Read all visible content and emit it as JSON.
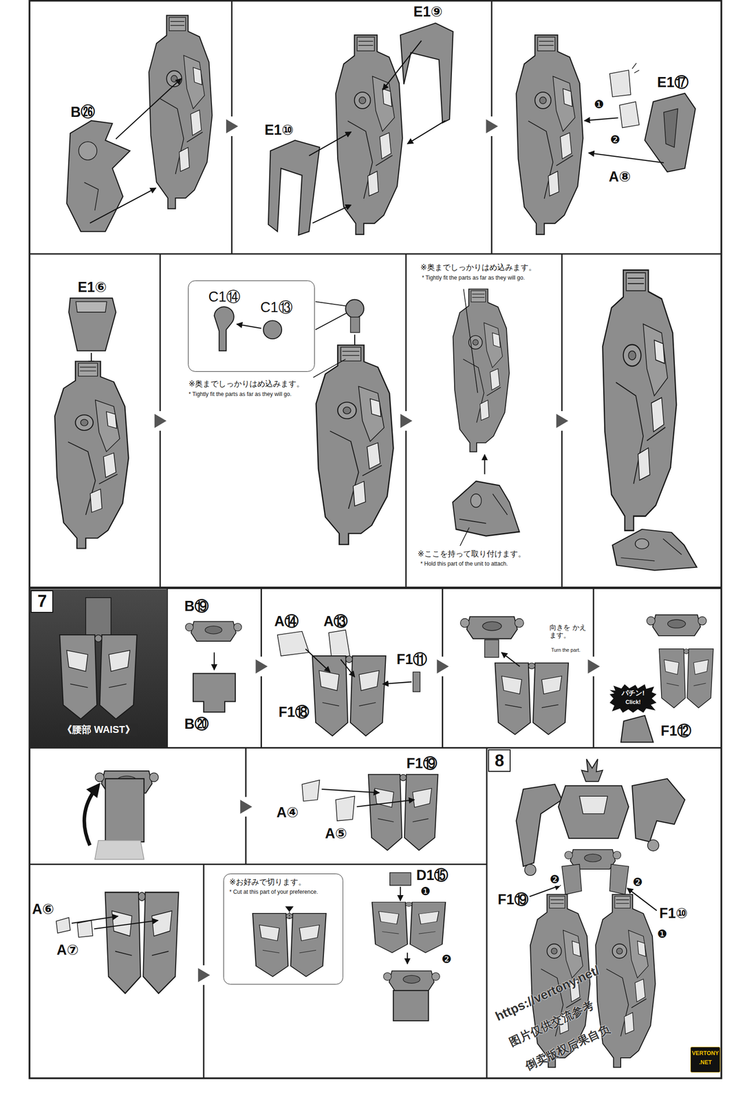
{
  "diagram": {
    "nodes": [
      {
        "text": [
          "C1⑭",
          "C1⑬"
        ]
      },
      {
        "text": [
          "《腰部 WAIST》"
        ]
      },
      {
        "text": [
          "7"
        ],
        "in": 1
      },
      {
        "text": [
          "パチン!",
          "Click!"
        ]
      },
      {
        "text": [
          "※お好みで切ります。",
          "* Cut at this part of your preference."
        ]
      },
      {
        "text": [
          "8"
        ]
      },
      {
        "text": [
          "VERTONY",
          ".NET"
        ]
      }
    ],
    "labels": [
      "B㉖",
      "E1⑨",
      "E1⑩",
      "❶",
      "A⑧",
      "E1⑰",
      "❷",
      "E1⑥",
      "※奥までしっかりはめ込みます。",
      "* Tightly fit the parts as far as they will go.",
      "※奥までしっかりはめ込みます。",
      "* Tightly fit the parts as far as they will go.",
      "※ここを持って取り付けます。",
      "* Hold this part of the unit to attach.",
      "B⑲",
      "B⑳",
      "A⑭",
      "A⑬",
      "F1⑪",
      "F1⑱",
      "向きを かえます。",
      "Turn the part.",
      "F1⑫",
      "F1⑲",
      "A④",
      "A⑤",
      "A⑥",
      "A⑦",
      "D1⑮",
      "❶",
      "❷",
      "F1⑲",
      "❷",
      "❷",
      "F1⑩",
      "❶",
      "https://vertony.net/",
      "图片仅供交流参考",
      "倒卖版权后果自负"
    ]
  }
}
